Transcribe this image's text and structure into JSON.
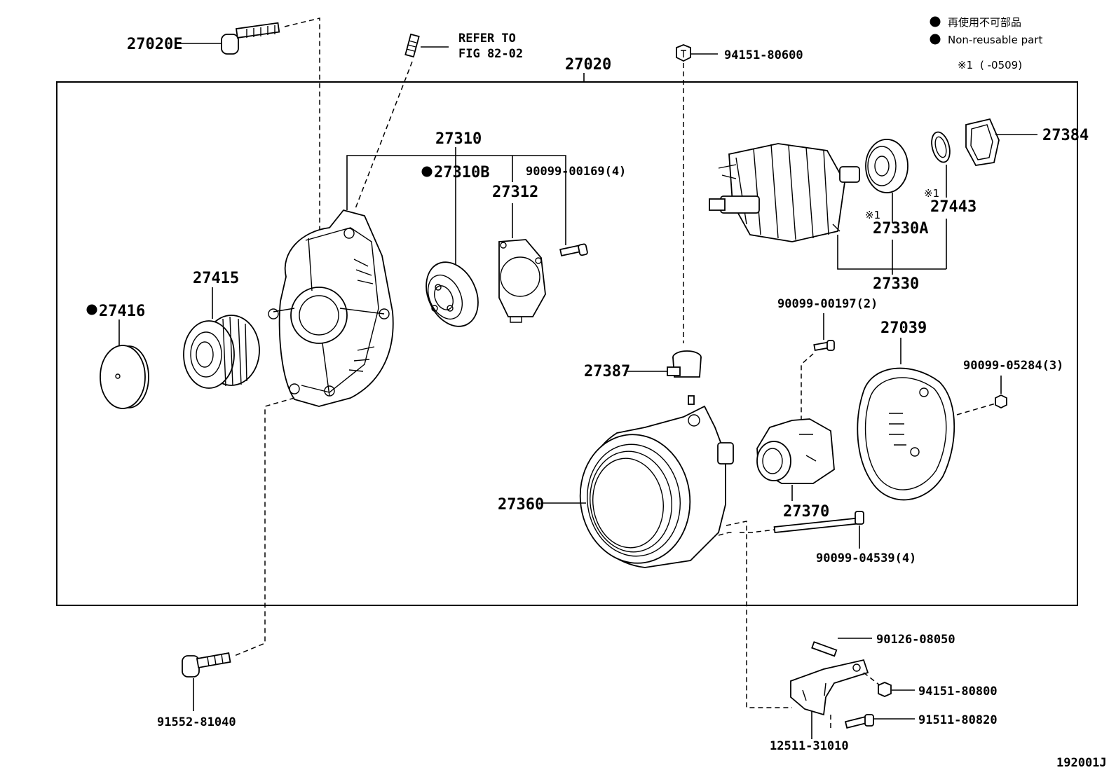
{
  "legend": {
    "jp": "再使用不可部品",
    "en": "Non-reusable part",
    "note_mark": "※1",
    "note_range": "(      -0509)"
  },
  "figure_code": "192001J",
  "assembly_label": "27020",
  "refer": {
    "line1": "REFER TO",
    "line2": "FIG 82-02"
  },
  "footnote_mark": "※1",
  "parts": {
    "p27020E": "27020E",
    "p94151_80600": "94151-80600",
    "p27310": "27310",
    "p27310B": "27310B",
    "p27312": "27312",
    "p90099_00169": "90099-00169(4)",
    "p27415": "27415",
    "p27416": "27416",
    "p27384": "27384",
    "p27443": "27443",
    "p27330A": "27330A",
    "p27330": "27330",
    "p90099_00197": "90099-00197(2)",
    "p27039": "27039",
    "p90099_05284": "90099-05284(3)",
    "p27387": "27387",
    "p27360": "27360",
    "p27370": "27370",
    "p90099_04539": "90099-04539(4)",
    "p91552_81040": "91552-81040",
    "p90126_08050": "90126-08050",
    "p94151_80800": "94151-80800",
    "p91511_80820": "91511-80820",
    "p12511_31010": "12511-31010"
  }
}
